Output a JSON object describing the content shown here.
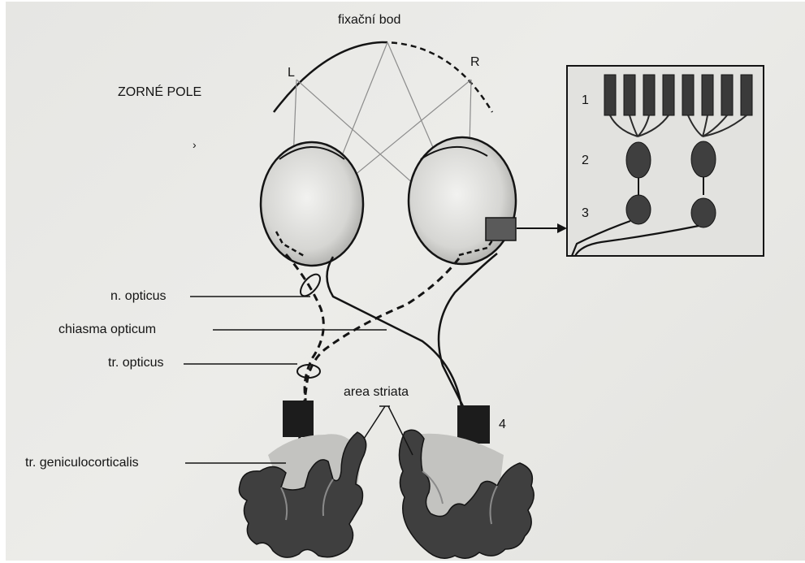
{
  "labels": {
    "fixation_point": "fixační bod",
    "visual_field": "ZORNÉ POLE",
    "left_marker": "L",
    "right_marker": "R",
    "optic_nerve": "n. opticus",
    "optic_chiasm": "chiasma opticum",
    "optic_tract": "tr. opticus",
    "geniculocortical_tract": "tr. geniculocorticalis",
    "striate_area": "area striata",
    "stray_mark": "›"
  },
  "numbers": {
    "cone_layer": "1",
    "bipolar_layer": "2",
    "ganglion_layer": "3",
    "lateral_geniculate": "4"
  },
  "colors": {
    "ink": "#141414",
    "eye_fill": "#d9d9d6",
    "cortex_fill": "#3f3f3f",
    "cortex_shadow": "#bdbdbd",
    "paper": "#e8e8e5"
  }
}
